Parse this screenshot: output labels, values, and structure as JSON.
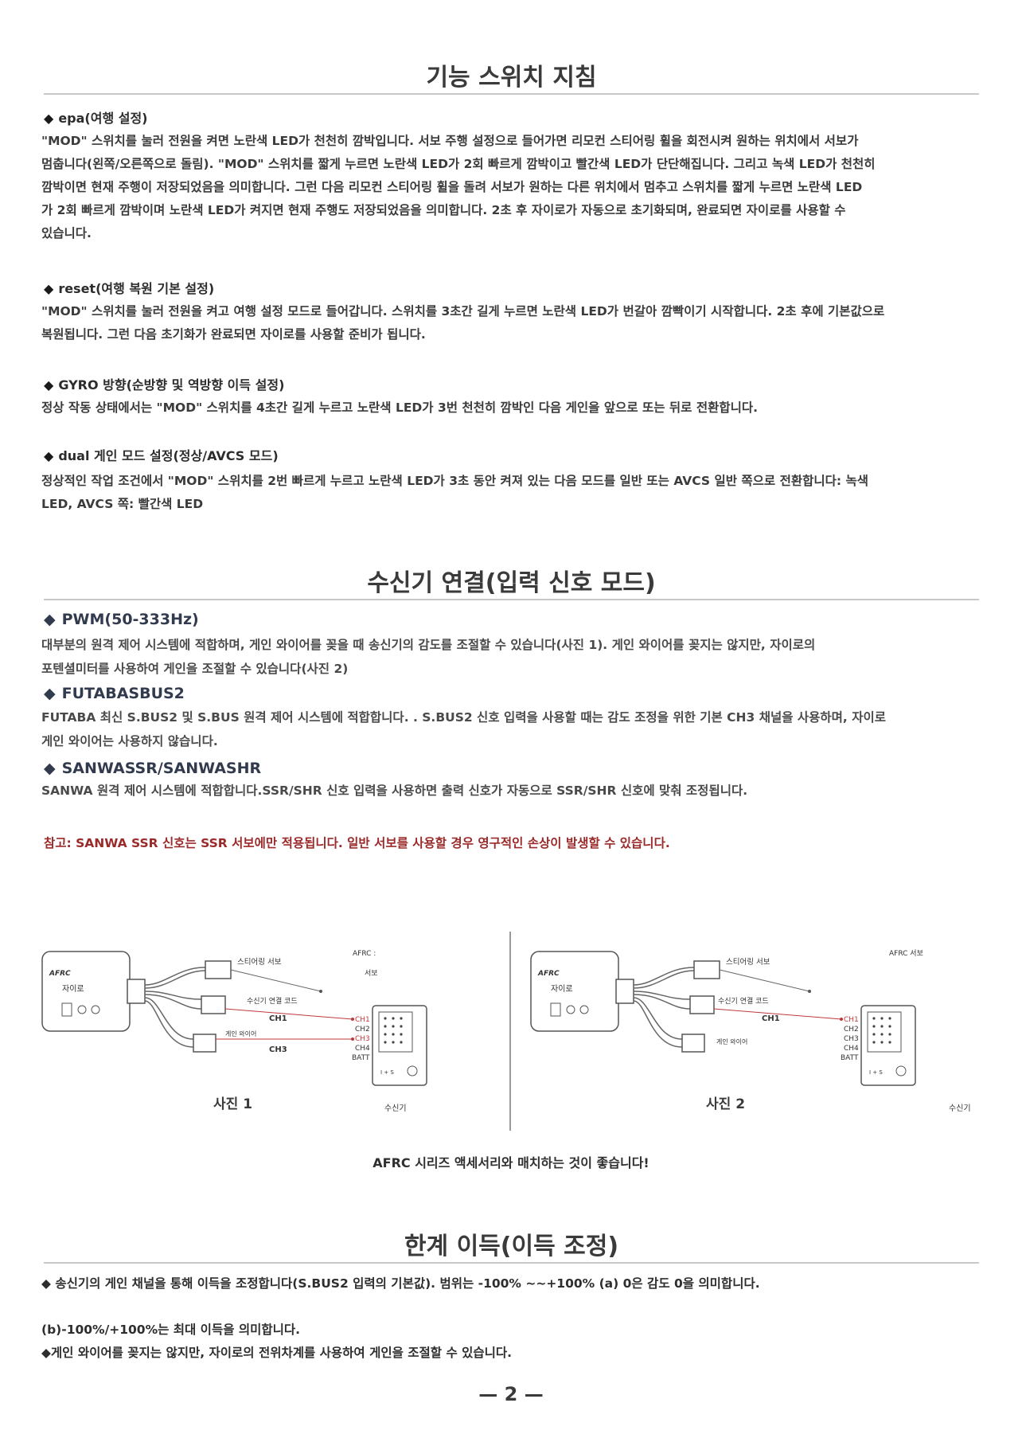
{
  "section1": {
    "title": "기능 스위치 지침",
    "epa": {
      "heading": "epa(여행 설정)",
      "lines": [
        "\"MOD\" 스위치를 눌러 전원을 켜면 노란색 LED가 천천히 깜박입니다. 서보 주행 설정으로 들어가면 리모컨 스티어링 휠을 회전시켜 원하는 위치에서 서보가",
        "멈춥니다(왼쪽/오른쪽으로 돌림). \"MOD\" 스위치를 짧게 누르면 노란색 LED가 2회 빠르게 깜박이고 빨간색 LED가 단단해집니다. 그리고 녹색 LED가 천천히",
        "깜박이면 현재 주행이 저장되었음을 의미합니다. 그런 다음 리모컨 스티어링 휠을 돌려 서보가 원하는 다른 위치에서 멈추고 스위치를 짧게 누르면 노란색 LED",
        "가 2회 빠르게 깜박이며 노란색 LED가 켜지면 현재 주행도 저장되었음을 의미합니다. 2초 후 자이로가 자동으로 초기화되며, 완료되면 자이로를 사용할 수",
        "있습니다."
      ]
    },
    "reset": {
      "heading": "reset(여행 복원 기본 설정)",
      "lines": [
        "\"MOD\" 스위치를 눌러 전원을 켜고 여행 설정 모드로 들어갑니다. 스위치를 3초간 길게 누르면 노란색 LED가 번갈아 깜빡이기 시작합니다. 2초 후에 기본값으로",
        "복원됩니다. 그런 다음 초기화가 완료되면 자이로를 사용할 준비가 됩니다."
      ]
    },
    "gyro": {
      "heading": "GYRO 방향(순방향 및 역방향 이득 설정)",
      "lines": [
        "정상 작동 상태에서는 \"MOD\" 스위치를 4초간 길게 누르고 노란색 LED가 3번 천천히 깜박인 다음 게인을 앞으로 또는 뒤로 전환합니다."
      ]
    },
    "dual": {
      "heading": "dual 게인 모드 설정(정상/AVCS 모드)",
      "lines": [
        "정상적인 작업 조건에서 \"MOD\" 스위치를 2번 빠르게 누르고 노란색 LED가 3초 동안 켜져 있는 다음 모드를 일반 또는 AVCS 일반 쪽으로 전환합니다: 녹색",
        "LED, AVCS 쪽: 빨간색 LED"
      ]
    }
  },
  "section2": {
    "title": "수신기 연결(입력 신호 모드)",
    "pwm": {
      "heading": "PWM(50-333Hz)",
      "lines": [
        "대부분의 원격 제어 시스템에 적합하며, 게인 와이어를 꽂을 때 송신기의 감도를 조절할 수 있습니다(사진 1). 게인 와이어를 꽂지는 않지만, 자이로의",
        "포텐셜미터를 사용하여 게인을 조절할 수 있습니다(사진 2)"
      ]
    },
    "futaba": {
      "heading": "FUTABASBUS2",
      "lines": [
        "FUTABA 최신 S.BUS2 및 S.BUS 원격 제어 시스템에 적합합니다. . S.BUS2 신호 입력을 사용할 때는 감도 조정을 위한 기본 CH3 채널을 사용하며, 자이로",
        "게인 와이어는 사용하지 않습니다."
      ]
    },
    "sanwa": {
      "heading": "SANWASSR/SANWASHR",
      "lines": [
        "SANWA 원격 제어 시스템에 적합합니다.SSR/SHR 신호 입력을 사용하면 출력 신호가 자동으로 SSR/SHR 신호에 맞춰 조정됩니다."
      ]
    },
    "note": "참고: SANWA SSR 신호는 SSR 서보에만 적용됩니다. 일반 서보를 사용할 경우 영구적인 손상이 발생할 수 있습니다."
  },
  "diagrams": [
    {
      "logo": "AFRC",
      "gyro_label": "자이로",
      "steering_label": "스티어링 서보",
      "afrc_label": "AFRC :",
      "servo_label": "서보",
      "receiver_cord": "수신기 연결 코드",
      "gain_wire": "게인 와이어",
      "ch1_label": "CH1",
      "ch3_label": "CH3",
      "pins": [
        "CH1",
        "CH2",
        "CH3",
        "CH4",
        "BATT"
      ],
      "receiver_label": "수신기",
      "caption": "사진 1"
    },
    {
      "logo": "AFRC",
      "gyro_label": "자이로",
      "steering_label": "스티어링 서보",
      "afrc_label": "AFRC 서보",
      "receiver_cord": "수신기 연결 코드",
      "gain_wire": "게인 와이어",
      "ch1_label": "CH1",
      "pins": [
        "CH1",
        "CH2",
        "CH3",
        "CH4",
        "BATT"
      ],
      "receiver_label": "수신기",
      "caption": "사진 2"
    }
  ],
  "tagline": "AFRC 시리즈 액세서리와 매치하는 것이 좋습니다!",
  "section3": {
    "title": "한계 이득(이득 조정)",
    "line1": "송신기의 게인 채널을 통해 이득을 조정합니다(S.BUS2 입력의 기본값). 범위는 -100% ~~+100% (a) 0은 감도 0을 의미합니다.",
    "line2": "(b)-100%/+100%는 최대 이득을 의미합니다.",
    "line3": "게인 와이어를 꽂지는 않지만, 자이로의 전위차계를 사용하여 게인을 조절할 수 있습니다."
  },
  "page_number": "— 2 —",
  "colors": {
    "accent_red": "#c0393b",
    "note_red": "#9b2a2a",
    "heading_navy": "#323a4e"
  }
}
